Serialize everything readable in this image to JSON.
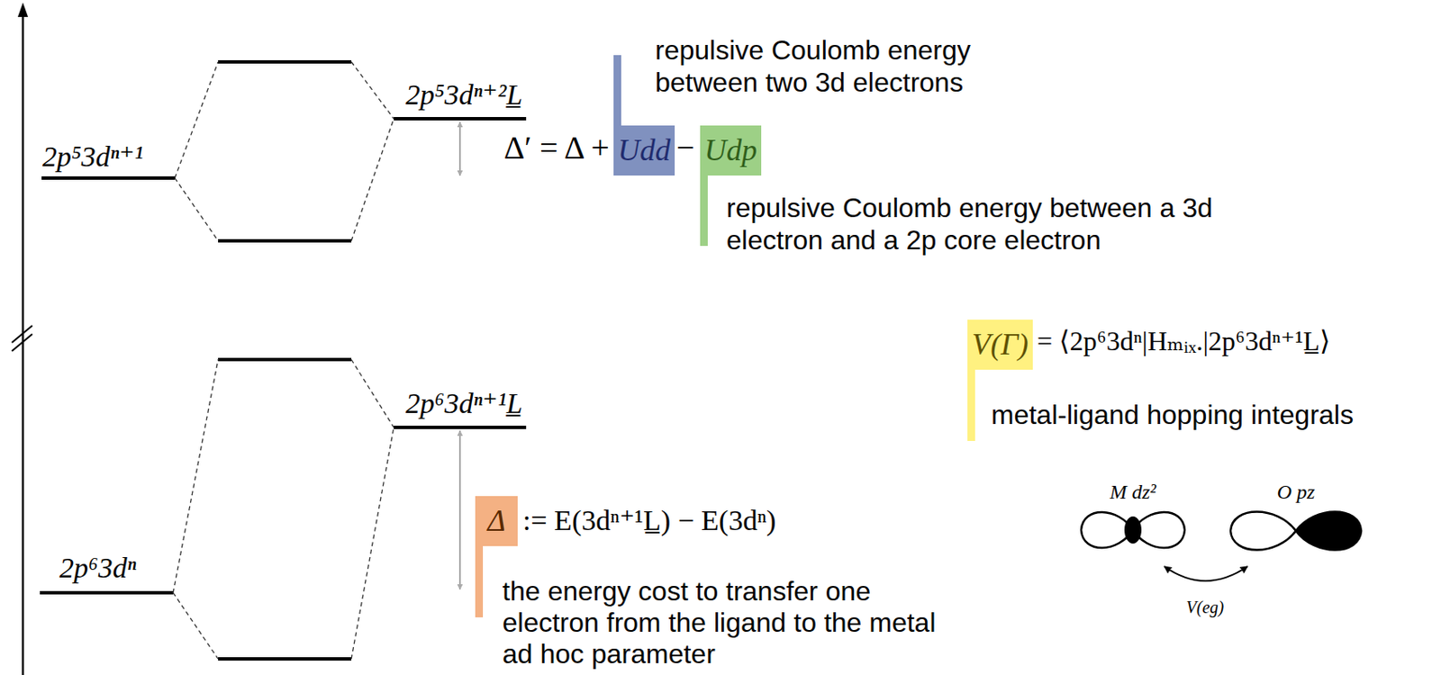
{
  "diagram": {
    "nodes": [
      {
        "text": [
          "Udd"
        ]
      },
      {
        "text": [
          "Udp"
        ]
      },
      {
        "text": [
          "V(Γ)"
        ]
      },
      {
        "text": [
          "Δ"
        ]
      }
    ],
    "labels": [
      "repulsive Coulomb energy between two 3d electrons",
      "2p⁵3dⁿ⁺²L̲",
      "2p⁵3dⁿ⁺¹",
      "Δ′ = Δ +",
      "−",
      "repulsive Coulomb energy between a 3d electron and a 2p core electron",
      "= ⟨2p⁶3dⁿ|Hₘᵢₓ.|2p⁶3dⁿ⁺¹L̲⟩",
      "metal-ligand hopping integrals",
      "2p⁶3dⁿ⁺¹L̲",
      ":= E(3dⁿ⁺¹L̲) − E(3dⁿ)",
      "M dz²",
      "O pz",
      "2p⁶3dⁿ",
      "the energy cost to transfer one electron from the ligand to the metal ad hoc parameter",
      "V(eg)"
    ]
  }
}
